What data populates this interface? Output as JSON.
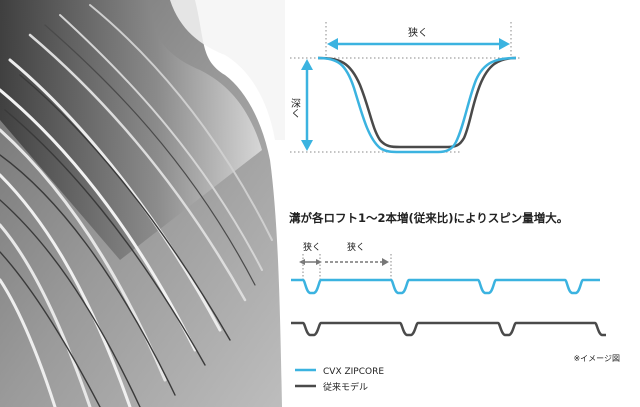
{
  "colors": {
    "zipcore": "#3bb3e0",
    "previous": "#4a4a4a",
    "arrow_gray": "#777777"
  },
  "groove_profile": {
    "width_label": "狭く",
    "depth_label": "深く"
  },
  "headline": "溝が各ロフト1～2本増(従来比)によりスピン量増大。",
  "pitch_labels": {
    "first": "狭く",
    "second": "狭く"
  },
  "legend": {
    "zipcore_label": "CVX ZIPCORE",
    "previous_label": "従来モデル"
  },
  "note": "※イメージ図",
  "photo": {
    "subject": "clubface-grooves-closeup"
  }
}
